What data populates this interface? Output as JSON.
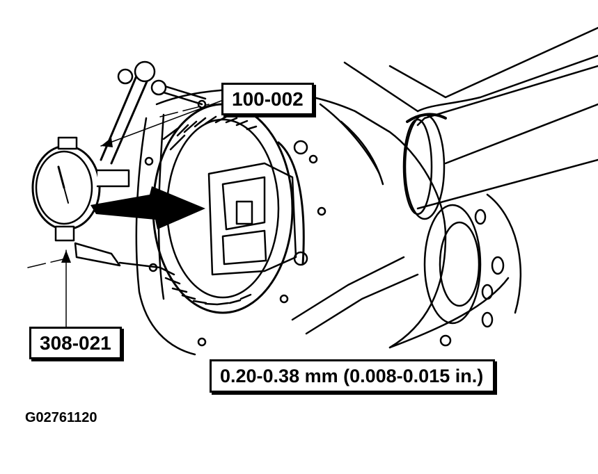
{
  "labels": {
    "tool_a": "100-002",
    "tool_b": "308-021",
    "specification": "0.20-0.38 mm (0.008-0.015 in.)"
  },
  "figure_id": "G02761120",
  "colors": {
    "ink": "#000000",
    "paper": "#ffffff"
  }
}
